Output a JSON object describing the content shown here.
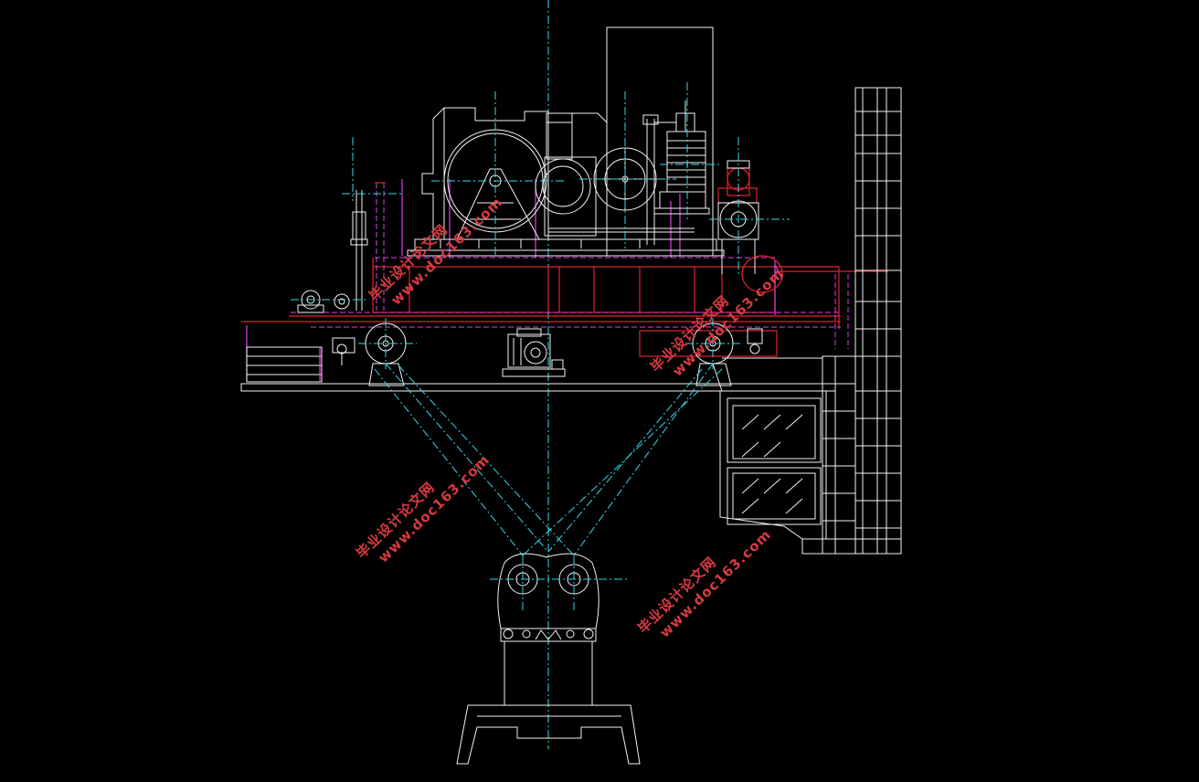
{
  "drawing": {
    "background": "#000000",
    "colors": {
      "outline": "#f2f2f2",
      "centerline": "#35d7e8",
      "frame": "#e0232f",
      "hidden": "#e23ee6"
    }
  },
  "watermarks": [
    {
      "cn": "毕业设计论文网",
      "url": "www.doc163.com"
    },
    {
      "cn": "毕业设计论文网",
      "url": "www.doc163.com"
    },
    {
      "cn": "毕业设计论文网",
      "url": "www.doc163.com"
    },
    {
      "cn": "毕业设计论文网",
      "url": "www.doc163.com"
    }
  ]
}
